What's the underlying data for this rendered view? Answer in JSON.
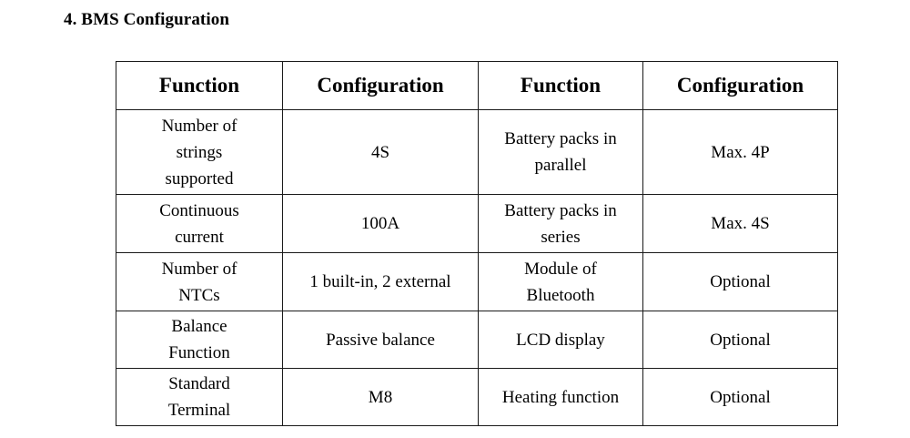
{
  "document": {
    "heading": "4. BMS Configuration"
  },
  "table": {
    "headers": [
      "Function",
      "Configuration",
      "Function",
      "Configuration"
    ],
    "rows": [
      {
        "function_left": "Number of\nstrings\nsupported",
        "config_left": "4S",
        "function_right": "Battery packs in\nparallel",
        "config_right": "Max. 4P"
      },
      {
        "function_left": "Continuous\ncurrent",
        "config_left": "100A",
        "function_right": "Battery packs in\nseries",
        "config_right": "Max. 4S"
      },
      {
        "function_left": "Number of\nNTCs",
        "config_left": "1 built-in, 2 external",
        "function_right": "Module of\nBluetooth",
        "config_right": "Optional"
      },
      {
        "function_left": "Balance\nFunction",
        "config_left": "Passive balance",
        "function_right": "LCD display",
        "config_right": "Optional"
      },
      {
        "function_left": "Standard\nTerminal",
        "config_left": "M8",
        "function_right": "Heating function",
        "config_right": "Optional"
      }
    ]
  },
  "colors": {
    "page_background": "#ffffff",
    "text": "#000000",
    "table_border": "#1a1a1a"
  }
}
